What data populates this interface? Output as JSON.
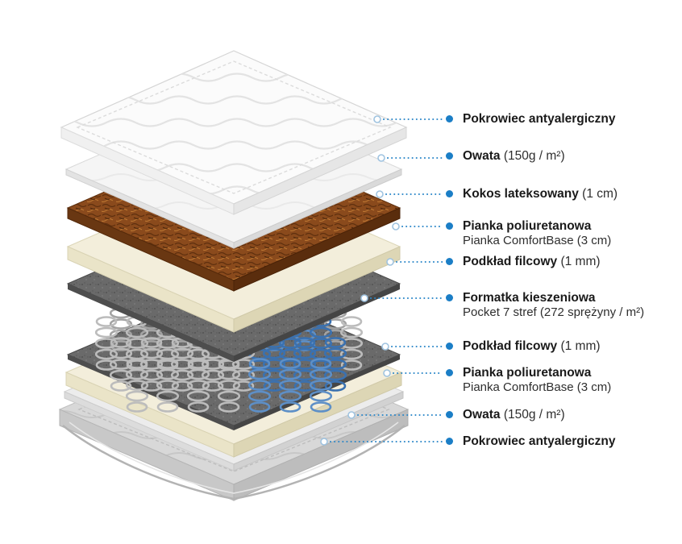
{
  "colors": {
    "accent": "#1b7ec6",
    "leader_line": "#2a86c8",
    "text_bold": "#1a1a1a",
    "text_regular": "#2e2e2e",
    "background": "#ffffff",
    "spring_gray": "#bcbcbc",
    "spring_blue": "#3a71b0",
    "coconut_brown": "#8a4a1c",
    "foam_cream": "#f3eedb",
    "felt_gray": "#6a6a6a",
    "cover_white": "#fbfbfb",
    "bottom_cover_gray": "#d8d8d8"
  },
  "diagram": {
    "type": "exploded-mattress-layers",
    "labels": [
      {
        "bold": "Pokrowiec antyalergiczny",
        "normal": "",
        "sub": ""
      },
      {
        "bold": "Owata",
        "normal": " (150g / m²)",
        "sub": ""
      },
      {
        "bold": "Kokos lateksowany",
        "normal": " (1 cm)",
        "sub": ""
      },
      {
        "bold": "Pianka poliuretanowa",
        "normal": "",
        "sub": "Pianka ComfortBase (3 cm)"
      },
      {
        "bold": "Podkład filcowy",
        "normal": " (1 mm)",
        "sub": ""
      },
      {
        "bold": "Formatka kieszeniowa",
        "normal": "",
        "sub": "Pocket 7 stref (272 sprężyny / m²)"
      },
      {
        "bold": "Podkład filcowy",
        "normal": " (1 mm)",
        "sub": ""
      },
      {
        "bold": "Pianka poliuretanowa",
        "normal": "",
        "sub": "Pianka ComfortBase (3 cm)"
      },
      {
        "bold": "Owata",
        "normal": " (150g / m²)",
        "sub": ""
      },
      {
        "bold": "Pokrowiec antyalergiczny",
        "normal": "",
        "sub": ""
      }
    ],
    "layers": [
      {
        "name": "quilted-top-cover"
      },
      {
        "name": "wadding-top"
      },
      {
        "name": "latex-coconut"
      },
      {
        "name": "polyurethane-foam-top"
      },
      {
        "name": "felt-pad-top"
      },
      {
        "name": "pocket-springs"
      },
      {
        "name": "felt-pad-bottom"
      },
      {
        "name": "polyurethane-foam-bottom"
      },
      {
        "name": "wadding-bottom"
      },
      {
        "name": "bottom-cover"
      }
    ]
  }
}
